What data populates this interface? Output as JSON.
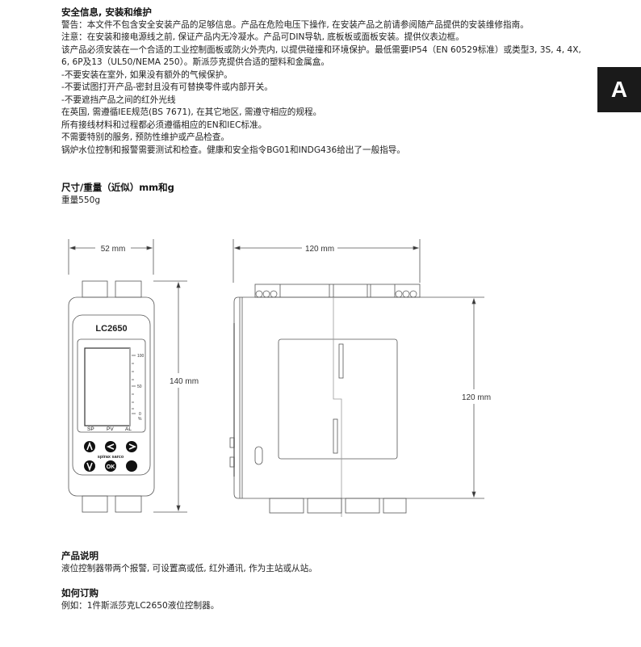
{
  "tab_letter": "A",
  "safety": {
    "title": "安全信息, 安装和维护",
    "lines": [
      "警告：本文件不包含安全安装产品的足够信息。产品在危险电压下操作, 在安装产品之前请参阅随产品提供的安装维修指南。",
      "注意：在安装和接电源线之前, 保证产品内无冷凝水。产品可DIN导轨, 底板板或面板安装。提供仪表边框。",
      "该产品必须安装在一个合适的工业控制面板或防火外壳内, 以提供碰撞和环境保护。最低需要IP54（EN 60529标准）或类型3, 3S, 4, 4X, 6, 6P及13（UL50/NEMA 250）。斯派莎克提供合适的塑料和金属盒。",
      "-不要安装在室外, 如果没有额外的气候保护。",
      "-不要试图打开产品-密封且没有可替换零件或内部开关。",
      "-不要遮挡产品之间的红外光线",
      "在英国, 需遵循IEE规范(BS 7671), 在其它地区, 需遵守相应的规程。",
      "所有接线材料和过程都必须遵循相应的EN和IEC标准。",
      "不需要特别的服务, 预防性维护或产品检查。",
      "锅炉水位控制和报警需要测试和检查。健康和安全指令BG01和INDG436给出了一般指导。"
    ]
  },
  "dimensions": {
    "title": "尺寸/重量（近似）mm和g",
    "weight": "重量550g",
    "front_width": "52 mm",
    "front_height": "140 mm",
    "side_width": "120 mm",
    "side_height": "120 mm",
    "model": "LC2650",
    "scale_labels": [
      "100",
      "50",
      "0",
      "%"
    ],
    "display_labels": [
      "SP",
      "PV",
      "AL"
    ],
    "brand": "spirax sarco",
    "button_ok": "OK"
  },
  "description": {
    "title": "产品说明",
    "text": "液位控制器带两个报警, 可设置高或低, 红外通讯, 作为主站或从站。"
  },
  "ordering": {
    "title": "如何订购",
    "text": "例如：1件斯派莎克LC2650液位控制器。"
  }
}
